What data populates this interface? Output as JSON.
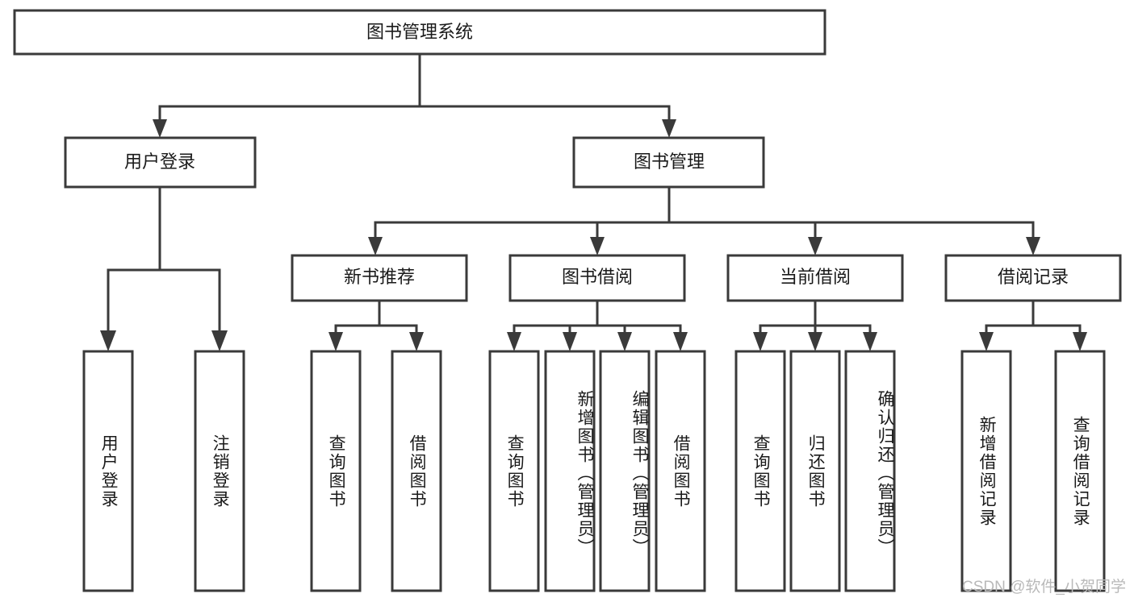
{
  "diagram": {
    "title": "图书管理系统",
    "type": "tree-hierarchy",
    "style": {
      "box_fill": "#ffffff",
      "box_stroke": "#3a3a3a",
      "connector_color": "#3a3a3a",
      "text_color": "#1a1a1a",
      "background": "#ffffff",
      "watermark_color": "#b9b9b9"
    },
    "root": {
      "label": "图书管理系统"
    },
    "level2": [
      {
        "label": "用户登录"
      },
      {
        "label": "图书管理"
      }
    ],
    "level3": [
      {
        "label": "新书推荐"
      },
      {
        "label": "图书借阅"
      },
      {
        "label": "当前借阅"
      },
      {
        "label": "借阅记录"
      }
    ],
    "leaves": {
      "user_login": [
        {
          "label": "用户登录"
        },
        {
          "label": "注销登录"
        }
      ],
      "new_book_recommend": [
        {
          "label": "查询图书"
        },
        {
          "label": "借阅图书"
        }
      ],
      "book_borrow": [
        {
          "label": "查询图书"
        },
        {
          "label": "新增图书（管理员）"
        },
        {
          "label": "编辑图书（管理员）"
        },
        {
          "label": "借阅图书"
        }
      ],
      "current_borrow": [
        {
          "label": "查询图书"
        },
        {
          "label": "归还图书"
        },
        {
          "label": "确认归还（管理员）"
        }
      ],
      "borrow_record": [
        {
          "label": "新增借阅记录"
        },
        {
          "label": "查询借阅记录"
        }
      ]
    }
  },
  "watermark": {
    "text": "CSDN @软件_小贺同学"
  }
}
